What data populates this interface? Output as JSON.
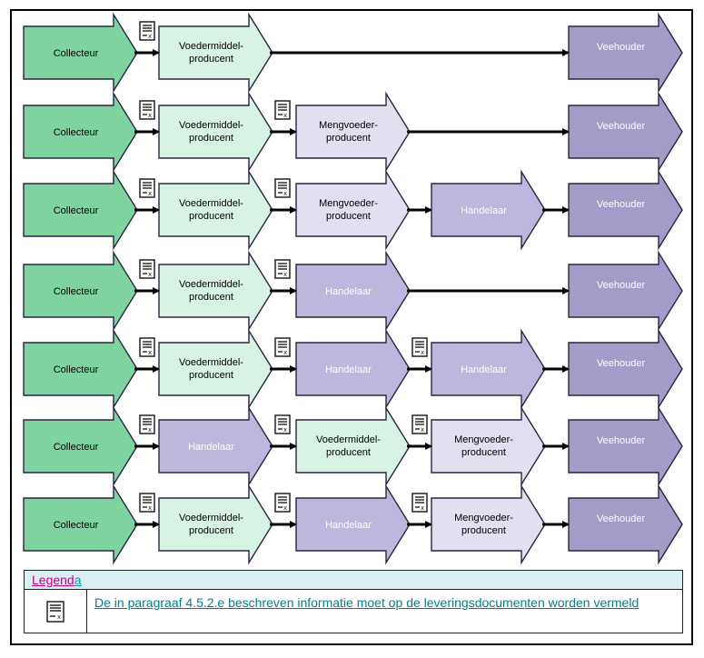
{
  "legend": {
    "title_part1": "Legend",
    "title_part2": "a",
    "text": "De in paragraaf 4.5.2.e beschreven informatie moet op de leveringsdocumenten worden vermeld",
    "icon": "document-icon"
  },
  "colors": {
    "green_dark": "#7fd3a0",
    "green_light": "#d8f3e4",
    "purple_light": "#e2dff0",
    "purple_mid": "#beb6dc",
    "purple_dark": "#a59bc9",
    "outline": "#2b2540"
  },
  "rows": [
    {
      "nodes": [
        {
          "label": [
            "Collecteur"
          ],
          "style": "green_dark"
        },
        {
          "label": [
            "Voedermiddel-",
            "producent"
          ],
          "style": "green_light"
        },
        {
          "label": [
            "Veehouder"
          ],
          "style": "purple_dark"
        }
      ],
      "docs_after": [
        0
      ]
    },
    {
      "nodes": [
        {
          "label": [
            "Collecteur"
          ],
          "style": "green_dark"
        },
        {
          "label": [
            "Voedermiddel-",
            "producent"
          ],
          "style": "green_light"
        },
        {
          "label": [
            "Mengvoeder-",
            "producent"
          ],
          "style": "purple_light"
        },
        {
          "label": [
            "Veehouder"
          ],
          "style": "purple_dark"
        }
      ],
      "docs_after": [
        0,
        1
      ]
    },
    {
      "nodes": [
        {
          "label": [
            "Collecteur"
          ],
          "style": "green_dark"
        },
        {
          "label": [
            "Voedermiddel-",
            "producent"
          ],
          "style": "green_light"
        },
        {
          "label": [
            "Mengvoeder-",
            "producent"
          ],
          "style": "purple_light"
        },
        {
          "label": [
            "Handelaar"
          ],
          "style": "purple_mid"
        },
        {
          "label": [
            "Veehouder"
          ],
          "style": "purple_dark"
        }
      ],
      "docs_after": [
        0,
        1
      ]
    },
    {
      "nodes": [
        {
          "label": [
            "Collecteur"
          ],
          "style": "green_dark"
        },
        {
          "label": [
            "Voedermiddel-",
            "producent"
          ],
          "style": "green_light"
        },
        {
          "label": [
            "Handelaar"
          ],
          "style": "purple_mid"
        },
        {
          "label": [
            "Veehouder"
          ],
          "style": "purple_dark"
        }
      ],
      "docs_after": [
        0,
        1
      ]
    },
    {
      "nodes": [
        {
          "label": [
            "Collecteur"
          ],
          "style": "green_dark"
        },
        {
          "label": [
            "Voedermiddel-",
            "producent"
          ],
          "style": "green_light"
        },
        {
          "label": [
            "Handelaar"
          ],
          "style": "purple_mid"
        },
        {
          "label": [
            "Handelaar"
          ],
          "style": "purple_mid"
        },
        {
          "label": [
            "Veehouder"
          ],
          "style": "purple_dark"
        }
      ],
      "docs_after": [
        0,
        1,
        2
      ]
    },
    {
      "nodes": [
        {
          "label": [
            "Collecteur"
          ],
          "style": "green_dark"
        },
        {
          "label": [
            "Handelaar"
          ],
          "style": "purple_mid"
        },
        {
          "label": [
            "Voedermiddel-",
            "producent"
          ],
          "style": "green_light"
        },
        {
          "label": [
            "Mengvoeder-",
            "producent"
          ],
          "style": "purple_light"
        },
        {
          "label": [
            "Veehouder"
          ],
          "style": "purple_dark"
        }
      ],
      "docs_after": [
        0,
        1,
        2
      ]
    },
    {
      "nodes": [
        {
          "label": [
            "Collecteur"
          ],
          "style": "green_dark"
        },
        {
          "label": [
            "Voedermiddel-",
            "producent"
          ],
          "style": "green_light"
        },
        {
          "label": [
            "Handelaar"
          ],
          "style": "purple_mid"
        },
        {
          "label": [
            "Mengvoeder-",
            "producent"
          ],
          "style": "purple_light"
        },
        {
          "label": [
            "Veehouder"
          ],
          "style": "purple_dark"
        }
      ],
      "docs_after": [
        0,
        1,
        2
      ]
    }
  ]
}
